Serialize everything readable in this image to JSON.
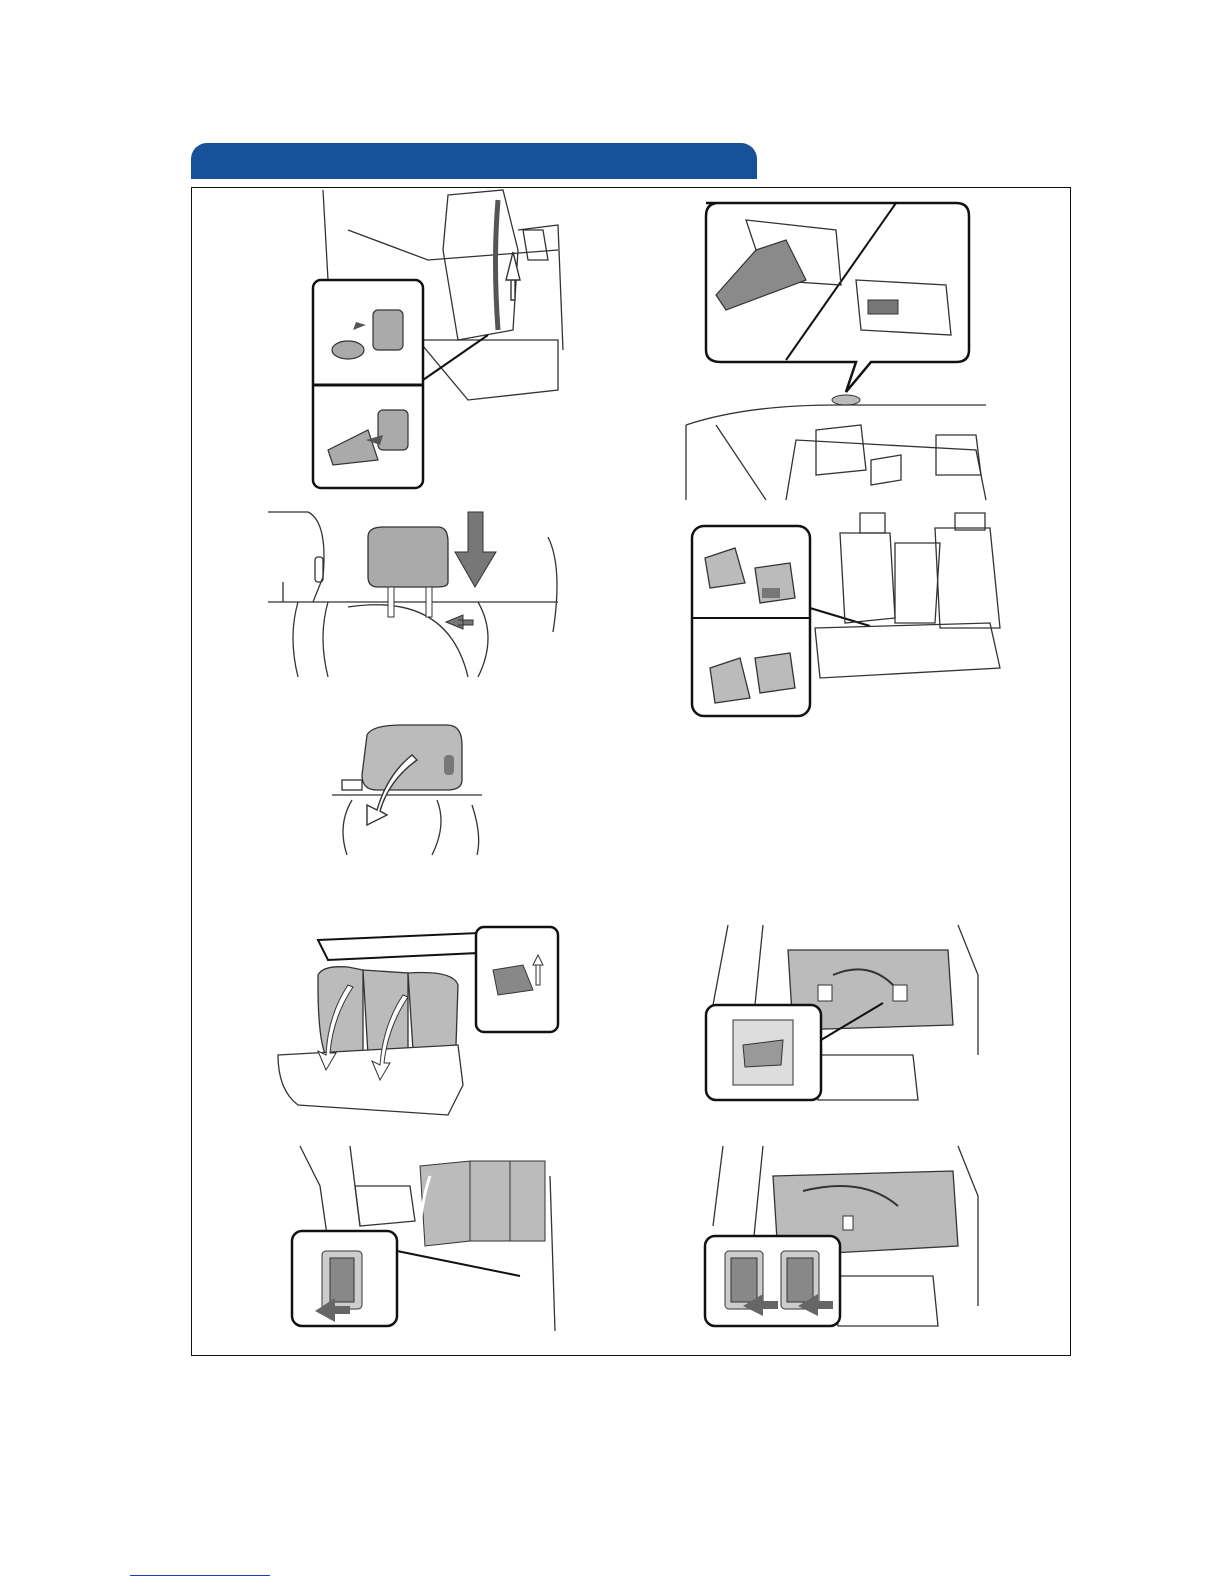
{
  "page": {
    "header_tab_color": "#17519a",
    "footer_rule_color": "#1a3fbf",
    "illustrations": [
      {
        "id": "seatbelt-buckle-release",
        "icon": "seatbelt-buckle-icon"
      },
      {
        "id": "ceiling-belt-anchor",
        "icon": "belt-anchor-icon"
      },
      {
        "id": "headrest-lower",
        "icon": "headrest-icon"
      },
      {
        "id": "child-seat-anchors",
        "icon": "latch-anchor-icon"
      },
      {
        "id": "headrest-fold",
        "icon": "headrest-fold-icon"
      },
      {
        "id": "second-row-fold-lever",
        "icon": "fold-lever-icon"
      },
      {
        "id": "third-row-fold-strap",
        "icon": "fold-strap-icon"
      },
      {
        "id": "power-fold-switch-side",
        "icon": "power-switch-icon"
      },
      {
        "id": "power-fold-switch-cargo",
        "icon": "power-switch-icon"
      }
    ]
  }
}
